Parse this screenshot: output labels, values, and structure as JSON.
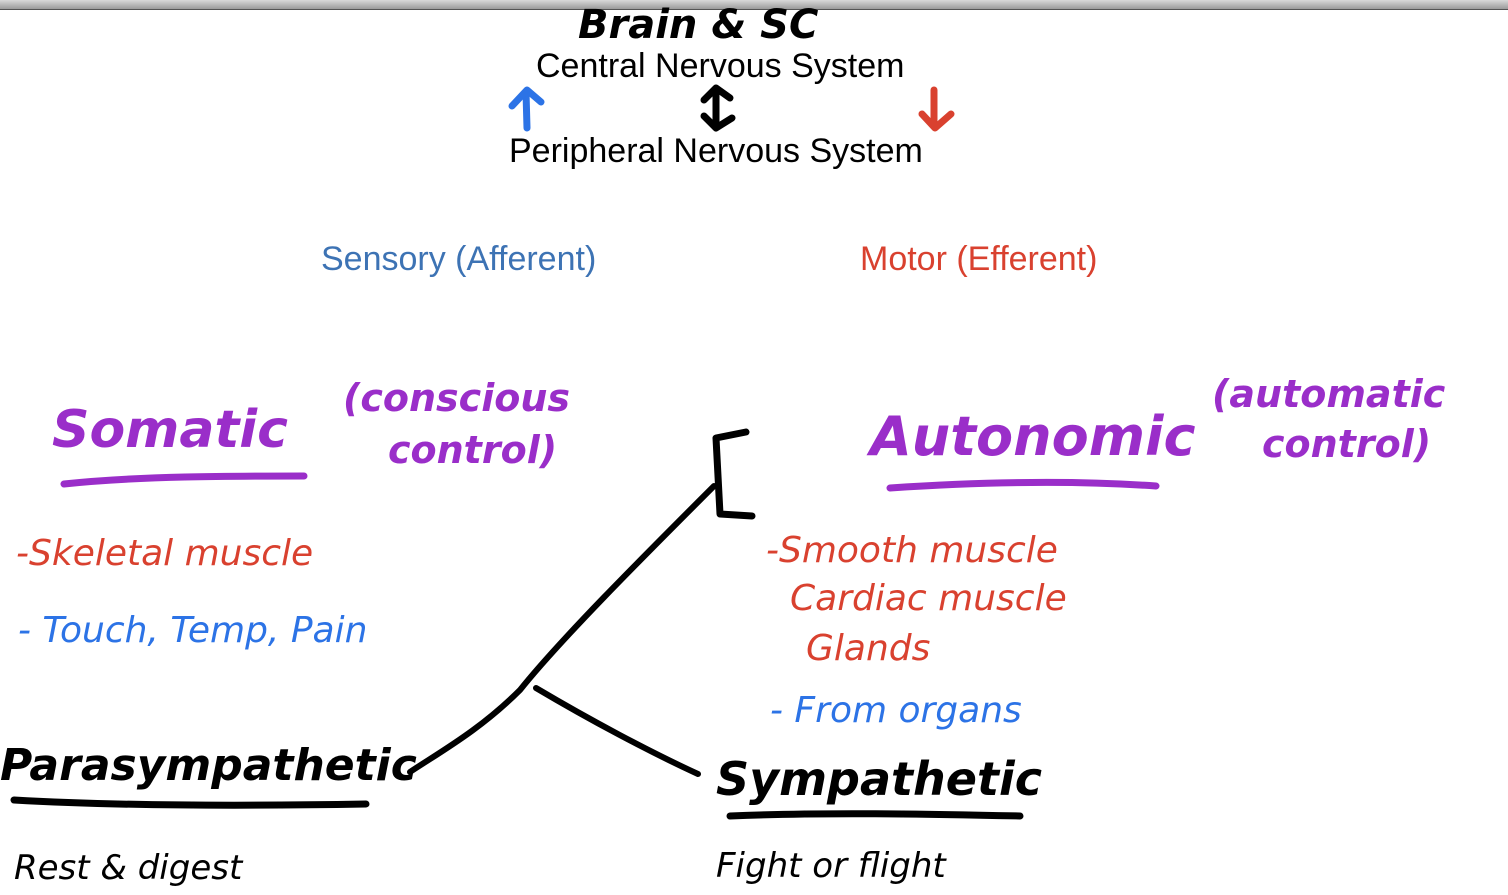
{
  "top": {
    "title": "Brain & SC",
    "cns": "Central Nervous System",
    "pns": "Peripheral Nervous System"
  },
  "divisions": {
    "sensory": "Sensory (Afferent)",
    "motor": "Motor (Efferent)"
  },
  "somatic": {
    "label": "Somatic",
    "note_line1": "(conscious",
    "note_line2": "control)",
    "items": [
      "-Skeletal muscle",
      "- Touch, Temp, Pain"
    ]
  },
  "autonomic": {
    "label": "Autonomic",
    "note_line1": "(automatic",
    "note_line2": "control)",
    "items": [
      "-Smooth muscle",
      "Cardiac muscle",
      "Glands",
      "- From organs"
    ]
  },
  "parasympathetic": {
    "label": "Parasympathetic",
    "note": "Rest & digest"
  },
  "sympathetic": {
    "label": "Sympathetic",
    "note": "Fight or flight"
  },
  "colors": {
    "sensory": "#3d73b4",
    "motor": "#d9412f",
    "ink_purple": "#9a2ec9",
    "ink_red": "#d9412f",
    "ink_blue": "#2c73e6",
    "ink_black": "#000000"
  }
}
